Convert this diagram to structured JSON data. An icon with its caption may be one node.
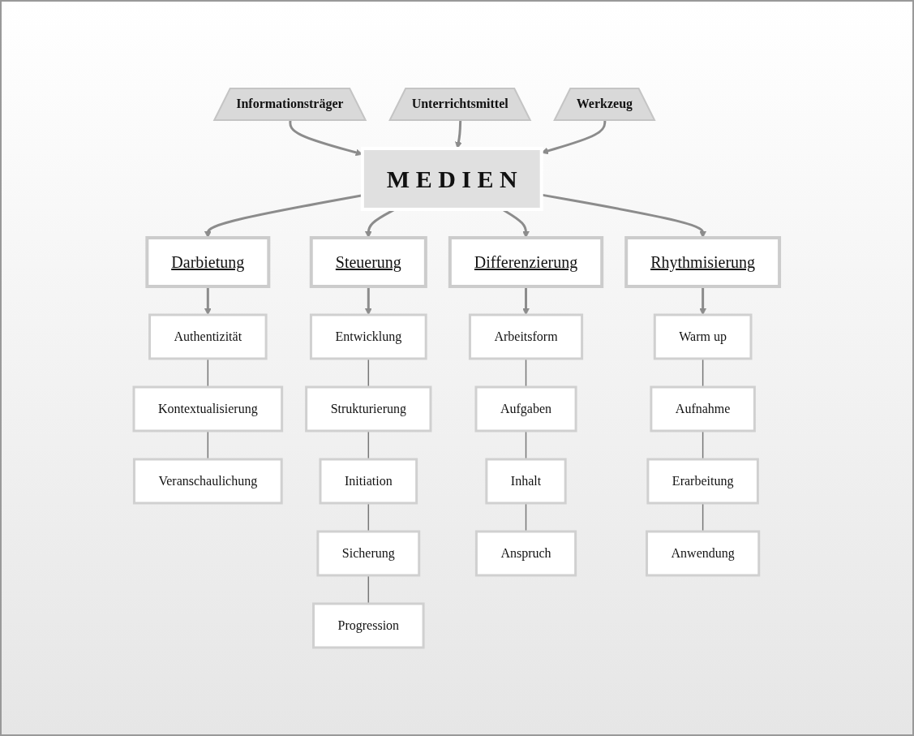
{
  "diagram": {
    "nodes": [
      {
        "text": [
          "Informationsträger"
        ]
      },
      {
        "text": [
          "Unterrichtsmittel"
        ]
      },
      {
        "text": [
          "Werkzeug"
        ]
      },
      {
        "text": [
          "M E D I E N"
        ]
      },
      {
        "text": [
          "Darbietung"
        ]
      },
      {
        "text": [
          "Steuerung"
        ]
      },
      {
        "text": [
          "Differenzierung"
        ]
      },
      {
        "text": [
          "Rhythmisierung"
        ]
      },
      {
        "text": [
          "Authentizität"
        ]
      },
      {
        "text": [
          "Kontextualisierung"
        ]
      },
      {
        "text": [
          "Veranschaulichung"
        ]
      },
      {
        "text": [
          "Entwicklung"
        ]
      },
      {
        "text": [
          "Strukturierung"
        ]
      },
      {
        "text": [
          "Initiation"
        ]
      },
      {
        "text": [
          "Sicherung"
        ]
      },
      {
        "text": [
          "Progression"
        ]
      },
      {
        "text": [
          "Arbeitsform"
        ]
      },
      {
        "text": [
          "Aufgaben"
        ]
      },
      {
        "text": [
          "Inhalt"
        ]
      },
      {
        "text": [
          "Anspruch"
        ]
      },
      {
        "text": [
          "Warm up"
        ]
      },
      {
        "text": [
          "Aufnahme"
        ]
      },
      {
        "text": [
          "Erarbeitung"
        ]
      },
      {
        "text": [
          "Anwendung"
        ]
      }
    ],
    "edges": [
      {
        "from": 0,
        "to": 3,
        "arrow": "to"
      },
      {
        "from": 1,
        "to": 3,
        "arrow": "to"
      },
      {
        "from": 2,
        "to": 3,
        "arrow": "to"
      },
      {
        "from": 3,
        "to": 4,
        "arrow": "to"
      },
      {
        "from": 3,
        "to": 5,
        "arrow": "to"
      },
      {
        "from": 3,
        "to": 6,
        "arrow": "to"
      },
      {
        "from": 3,
        "to": 7,
        "arrow": "to"
      },
      {
        "from": 4,
        "to": 8,
        "arrow": "to"
      },
      {
        "from": 8,
        "to": 9,
        "arrow": "none"
      },
      {
        "from": 9,
        "to": 10,
        "arrow": "none"
      },
      {
        "from": 5,
        "to": 11,
        "arrow": "to"
      },
      {
        "from": 11,
        "to": 12,
        "arrow": "none"
      },
      {
        "from": 12,
        "to": 13,
        "arrow": "none"
      },
      {
        "from": 13,
        "to": 14,
        "arrow": "none"
      },
      {
        "from": 14,
        "to": 15,
        "arrow": "none"
      },
      {
        "from": 6,
        "to": 16,
        "arrow": "to"
      },
      {
        "from": 16,
        "to": 17,
        "arrow": "none"
      },
      {
        "from": 17,
        "to": 18,
        "arrow": "none"
      },
      {
        "from": 18,
        "to": 19,
        "arrow": "none"
      },
      {
        "from": 7,
        "to": 20,
        "arrow": "to"
      },
      {
        "from": 20,
        "to": 21,
        "arrow": "none"
      },
      {
        "from": 21,
        "to": 22,
        "arrow": "none"
      },
      {
        "from": 22,
        "to": 23,
        "arrow": "none"
      }
    ]
  }
}
